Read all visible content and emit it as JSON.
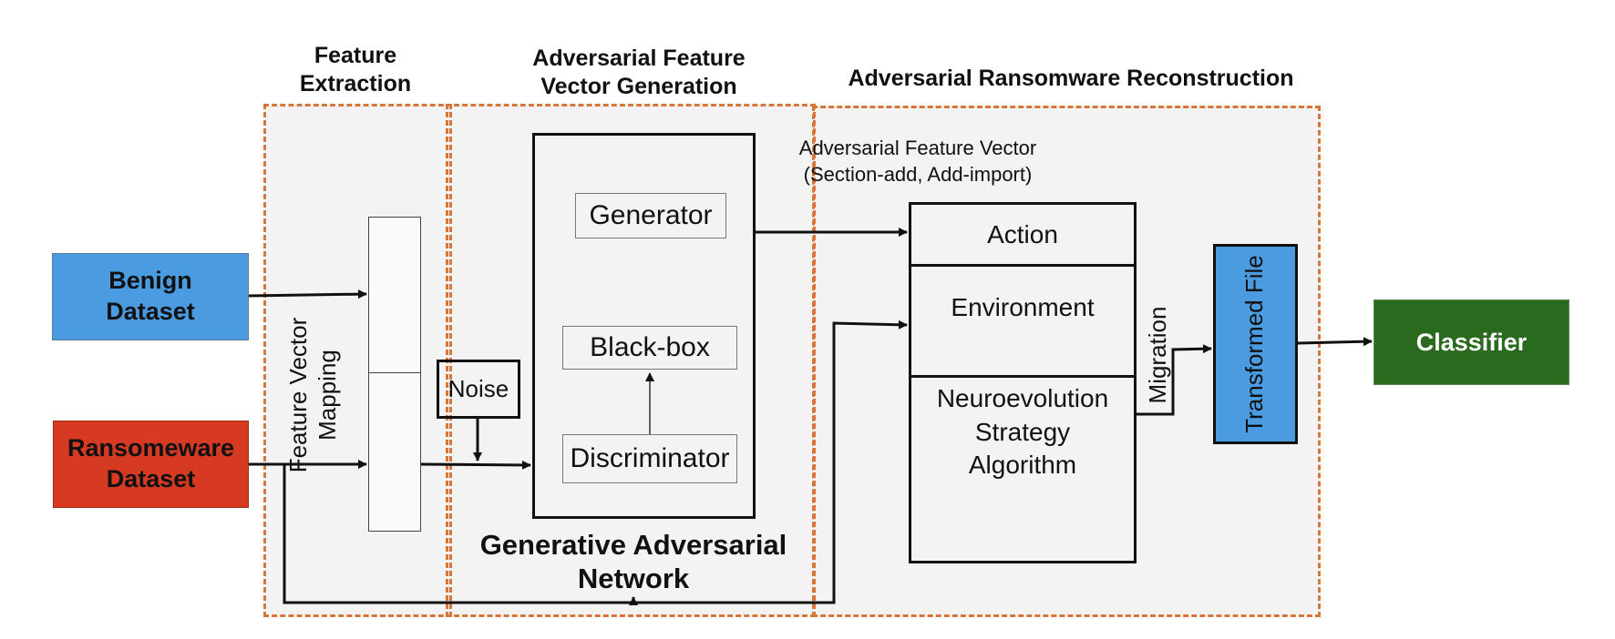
{
  "sections": {
    "feature_extraction": {
      "title": "Feature Extraction"
    },
    "vector_generation": {
      "title": "Adversarial Feature Vector Generation"
    },
    "reconstruction": {
      "title": "Adversarial Ransomware Reconstruction"
    }
  },
  "inputs": {
    "benign": {
      "label": "Benign Dataset",
      "color": "#4a9be0"
    },
    "ransomware": {
      "label": "Ransomeware Dataset",
      "color": "#d63a22"
    }
  },
  "mapping": {
    "label": "Feature Vector Mapping"
  },
  "noise": {
    "label": "Noise"
  },
  "gan": {
    "generator": "Generator",
    "blackbox": "Black-box",
    "discriminator": "Discriminator",
    "caption": "Generative Adversarial Network"
  },
  "adversarial_vector": {
    "line1": "Adversarial Feature Vector",
    "line2": "(Section-add, Add-import)"
  },
  "agent": {
    "action": "Action",
    "environment": "Environment",
    "algorithm": "Neuroevolution Strategy Algorithm"
  },
  "migration": {
    "label": "Migration"
  },
  "transformed": {
    "label": "Transformed File",
    "color": "#4a9be0"
  },
  "classifier": {
    "label": "Classifier",
    "color": "#2a6a1f"
  }
}
